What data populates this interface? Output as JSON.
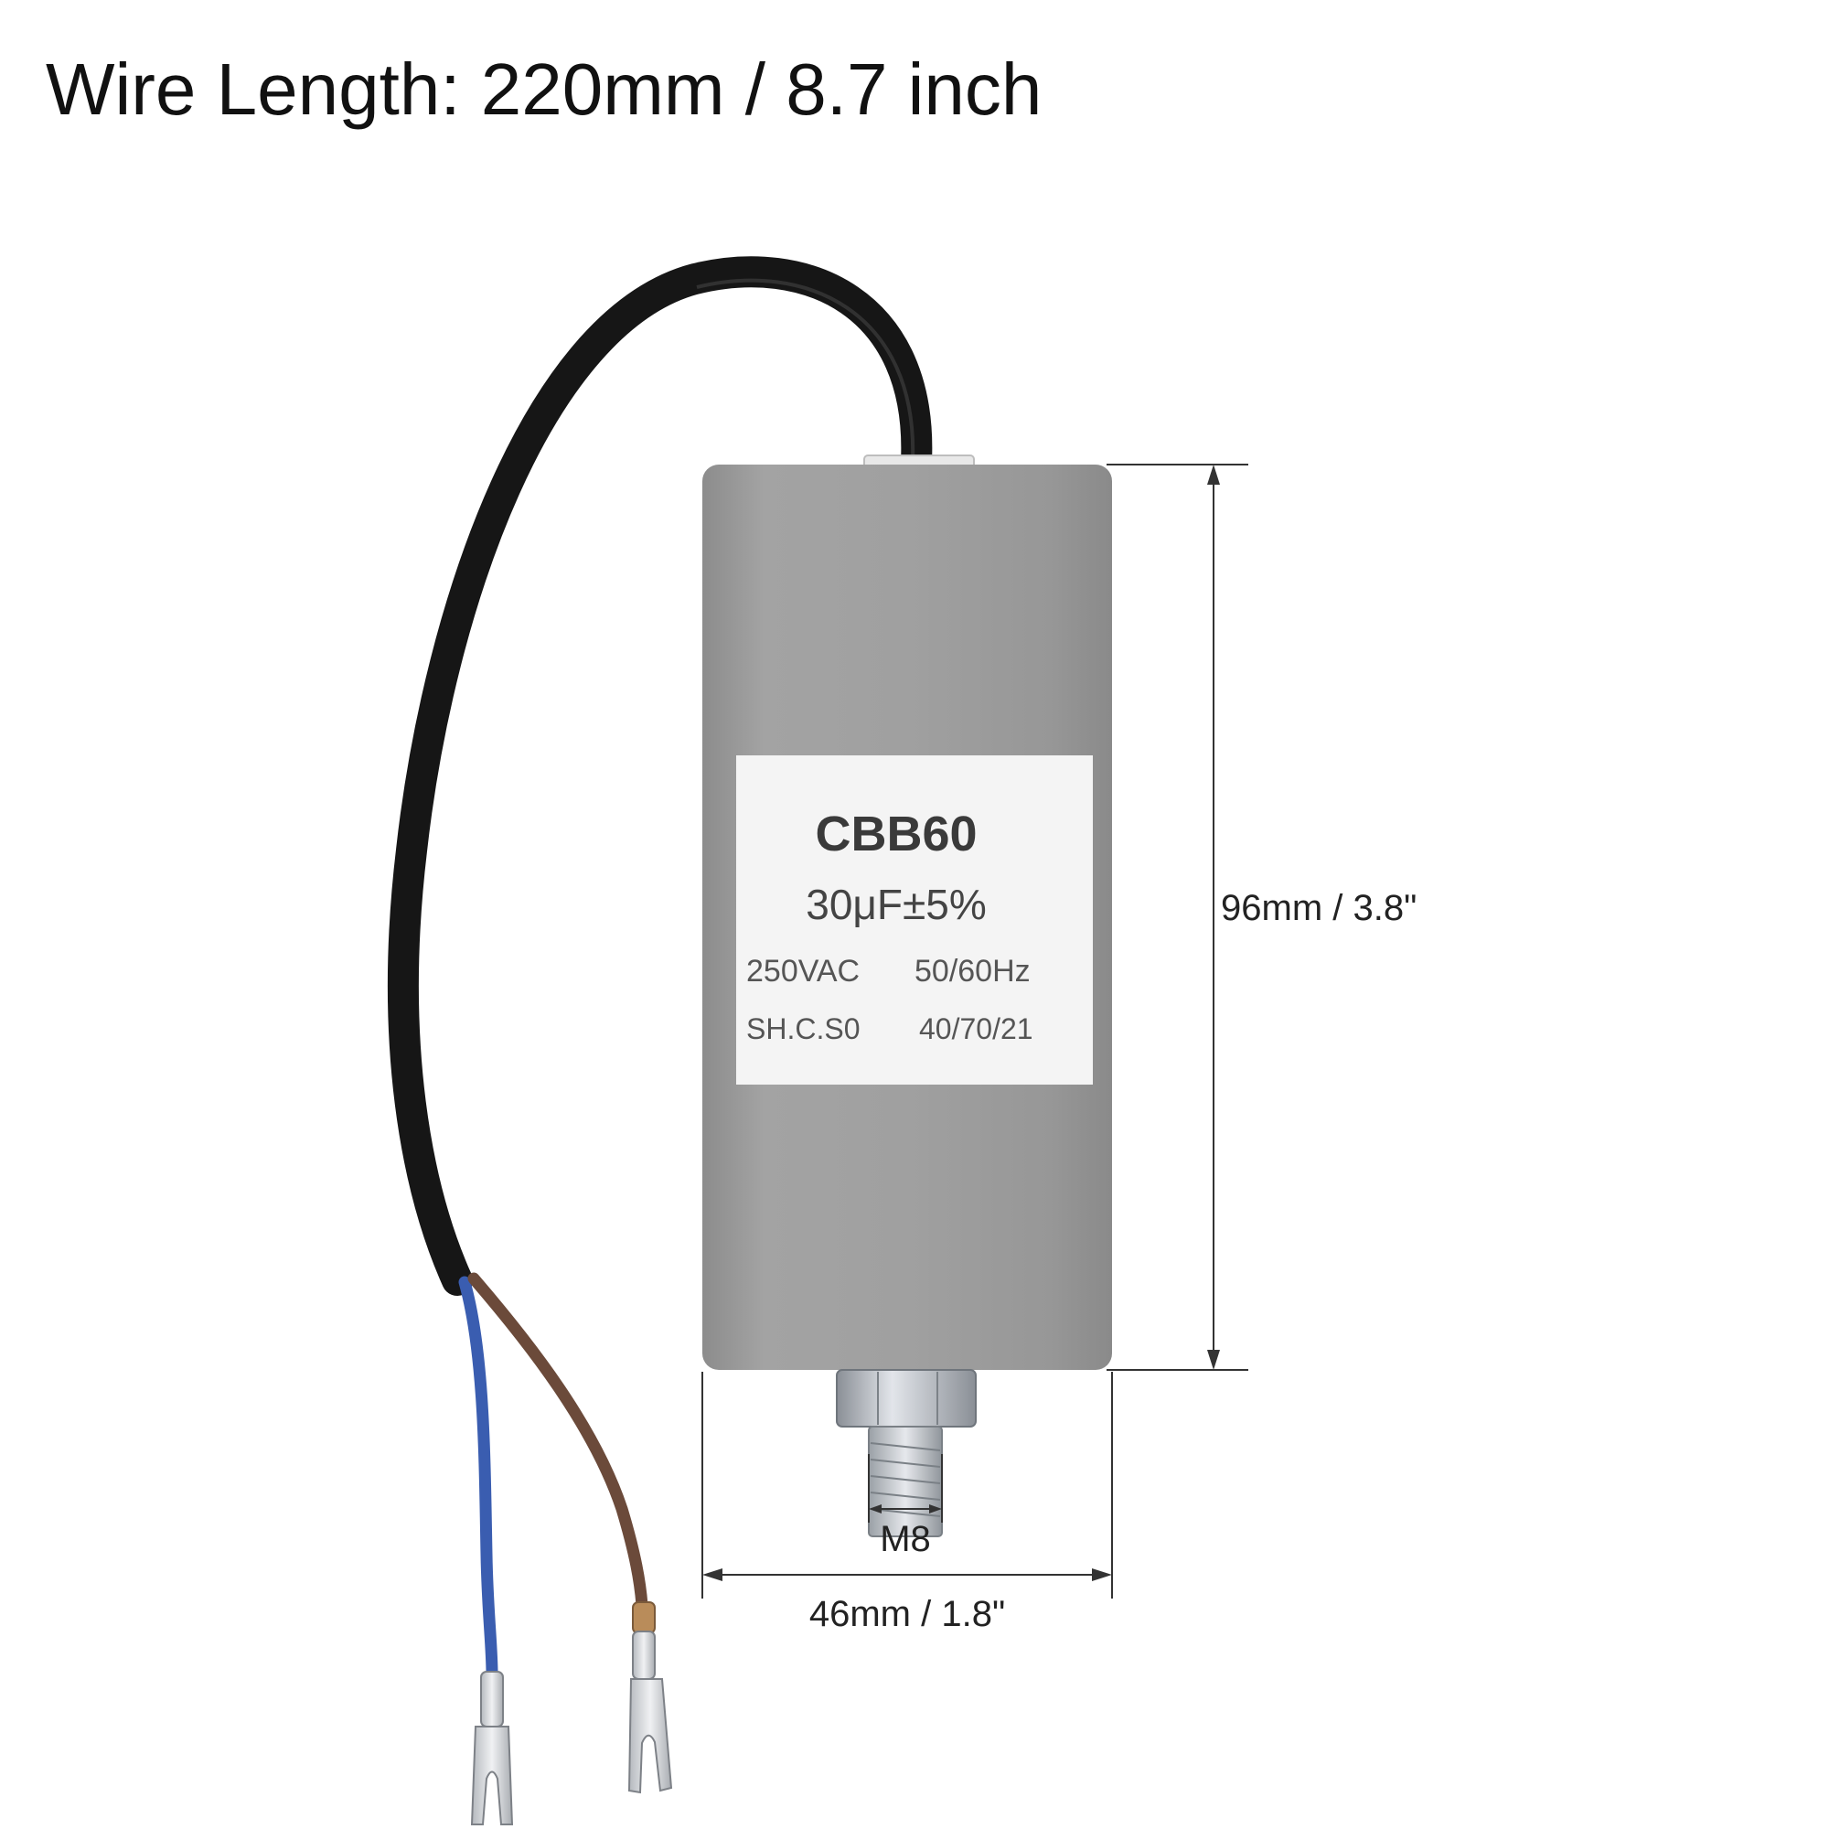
{
  "title": "Wire Length: 220mm / 8.7 inch",
  "capacitor": {
    "model": "CBB60",
    "capacitance": "30μF±5%",
    "voltage": "250VAC",
    "frequency": "50/60Hz",
    "class": "SH.C.S0",
    "climate": "40/70/21"
  },
  "dimensions": {
    "height": "96mm / 3.8\"",
    "diameter": "46mm / 1.8\"",
    "thread": "M8"
  },
  "colors": {
    "body": "#9a9a9a",
    "label": "#f4f4f4",
    "cable": "#1a1a1a",
    "wire_blue": "#3a5db0",
    "wire_brown": "#6b4a3a"
  }
}
